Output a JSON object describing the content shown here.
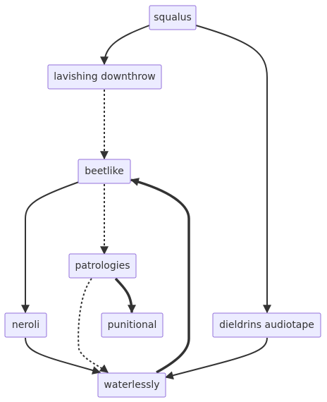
{
  "diagram": {
    "type": "flowchart",
    "direction": "top-down",
    "colors": {
      "node_fill": "#ECECFF",
      "node_border": "#9370DB",
      "edge": "#333333",
      "text": "#333333"
    },
    "nodes": {
      "squalus": "squalus",
      "lavishing_downthrow": "lavishing downthrow",
      "beetlike": "beetlike",
      "patrologies": "patrologies",
      "neroli": "neroli",
      "punitional": "punitional",
      "dieldrins_audiotape": "dieldrins audiotape",
      "waterlessly": "waterlessly"
    },
    "edges": [
      {
        "from": "squalus",
        "to": "lavishing downthrow",
        "style": "normal"
      },
      {
        "from": "squalus",
        "to": "dieldrins audiotape",
        "style": "normal"
      },
      {
        "from": "lavishing downthrow",
        "to": "beetlike",
        "style": "dotted"
      },
      {
        "from": "beetlike",
        "to": "neroli",
        "style": "normal"
      },
      {
        "from": "beetlike",
        "to": "patrologies",
        "style": "dotted"
      },
      {
        "from": "patrologies",
        "to": "punitional",
        "style": "thick"
      },
      {
        "from": "patrologies",
        "to": "waterlessly",
        "style": "dotted"
      },
      {
        "from": "neroli",
        "to": "waterlessly",
        "style": "normal"
      },
      {
        "from": "dieldrins audiotape",
        "to": "waterlessly",
        "style": "normal"
      },
      {
        "from": "waterlessly",
        "to": "beetlike",
        "style": "thick"
      }
    ]
  }
}
